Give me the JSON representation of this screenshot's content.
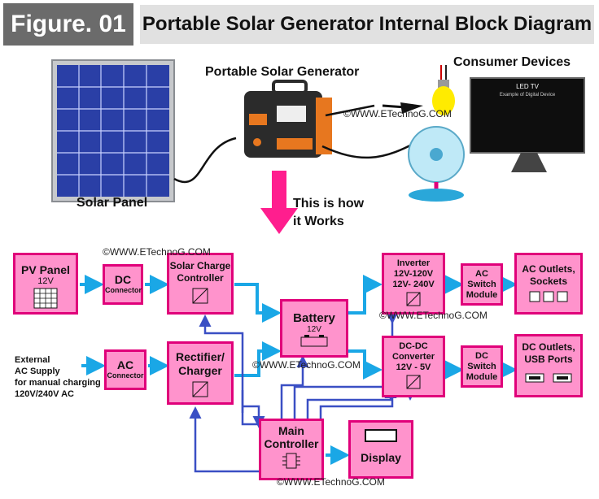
{
  "header": {
    "figure_tag": "Figure. 01",
    "title": "Portable Solar Generator Internal Block Diagram"
  },
  "top": {
    "solar_panel_label": "Solar Panel",
    "generator_label": "Portable Solar Generator",
    "consumer_label": "Consumer Devices",
    "tv_title": "LED TV",
    "tv_subtitle": "Example of Digital Device",
    "how_it_works": [
      "This is how",
      "it Works"
    ],
    "watermark": "©WWW.ETechnoG.COM"
  },
  "blocks": {
    "pv_panel": {
      "title": "PV Panel",
      "sub": "12V"
    },
    "dc_connector": {
      "title": "DC",
      "sub": "Connector"
    },
    "solar_charge_controller": {
      "title": [
        "Solar Charge",
        "Controller"
      ]
    },
    "external_supply": [
      "External",
      "AC Supply",
      "for manual charging",
      "120V/240V AC"
    ],
    "ac_connector": {
      "title": "AC",
      "sub": "Connector"
    },
    "rectifier": {
      "title": [
        "Rectifier/",
        "Charger"
      ]
    },
    "battery": {
      "title": "Battery",
      "sub": "12V"
    },
    "inverter": {
      "title": [
        "Inverter",
        "12V-120V",
        "12V- 240V"
      ]
    },
    "ac_switch": {
      "title": [
        "AC",
        "Switch",
        "Module"
      ]
    },
    "ac_outlets": {
      "title": [
        "AC Outlets,",
        "Sockets"
      ]
    },
    "dcdc": {
      "title": [
        "DC-DC",
        "Converter",
        "12V - 5V"
      ]
    },
    "dc_switch": {
      "title": [
        "DC",
        "Switch",
        "Module"
      ]
    },
    "dc_outlets": {
      "title": [
        "DC Outlets,",
        "USB Ports"
      ]
    },
    "main_controller": {
      "title": [
        "Main",
        "Controller"
      ]
    },
    "display": {
      "title": "Display"
    }
  },
  "watermarks": [
    "©WWW.ETechnoG.COM",
    "©WWW.ETechnoG.COM",
    "©WWW.ETechnoG.COM",
    "©WWW.ETechnoG.COM"
  ],
  "colors": {
    "box_fill": "#ff93cc",
    "box_border": "#e0007a",
    "arrow_cyan": "#1aa7e6",
    "arrow_blue": "#3a4fc4",
    "big_arrow": "#ff1e8e"
  }
}
